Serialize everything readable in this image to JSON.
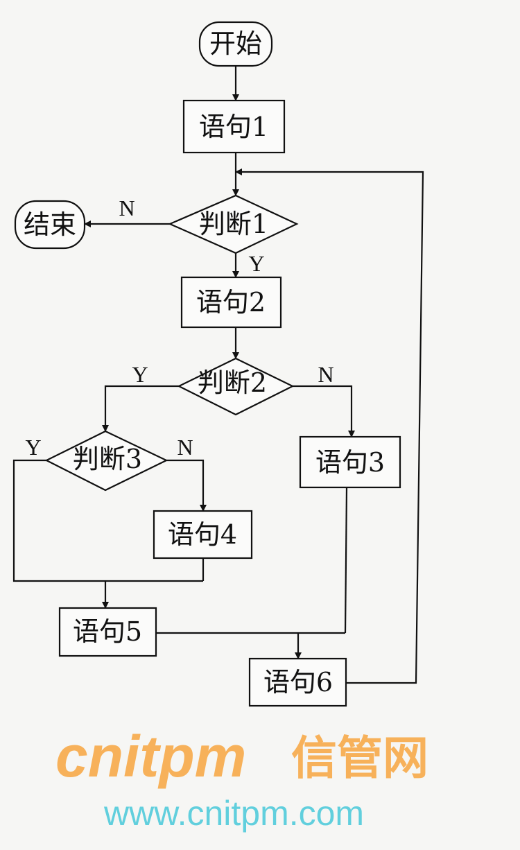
{
  "nodes": {
    "start": "开始",
    "end": "结束",
    "stmt1": "语句1",
    "stmt2": "语句2",
    "stmt3": "语句3",
    "stmt4": "语句4",
    "stmt5": "语句5",
    "stmt6": "语句6",
    "cond1": "判断1",
    "cond2": "判断2",
    "cond3": "判断3"
  },
  "labels": {
    "yes": "Y",
    "no": "N"
  },
  "watermark": {
    "brand": "cnitpm",
    "brand_cn": "信管网",
    "url": "www.cnitpm.com"
  }
}
